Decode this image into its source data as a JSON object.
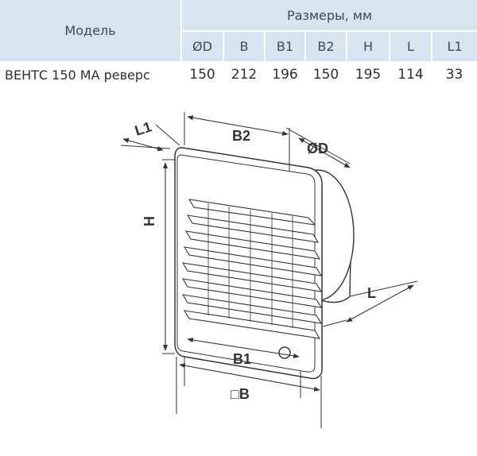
{
  "table": {
    "model_header": "Модель",
    "group_header": "Размеры, мм",
    "columns": [
      "ØD",
      "B",
      "B1",
      "B2",
      "H",
      "L",
      "L1"
    ],
    "row": {
      "model": "ВЕНТС 150 МА реверс",
      "values": [
        "150",
        "212",
        "196",
        "150",
        "195",
        "114",
        "33"
      ]
    }
  },
  "drawing": {
    "labels": {
      "l1": "L1",
      "b2": "B2",
      "d": "ØD",
      "h": "H",
      "l": "L",
      "b1": "B1",
      "b": "□B"
    }
  },
  "colors": {
    "header_bg": "#d7e5f0",
    "line": "#333333"
  }
}
